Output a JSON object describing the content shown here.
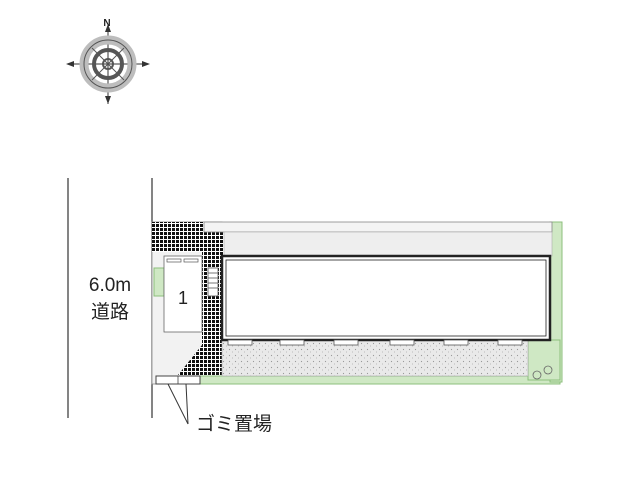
{
  "compass": {
    "north_label": "N"
  },
  "road": {
    "width_label": "6.0m",
    "name_label": "道路"
  },
  "parking": {
    "space_number": "1"
  },
  "garbage": {
    "label": "ゴミ置場"
  },
  "colors": {
    "lines": "#333333",
    "greenery": "#cfe8c4",
    "greenery_edge": "#8cbf7c",
    "gravel": "#e6e6e6",
    "paved": "#f2f2f2",
    "building_fill": "#ffffff",
    "hatch": "#111111"
  }
}
